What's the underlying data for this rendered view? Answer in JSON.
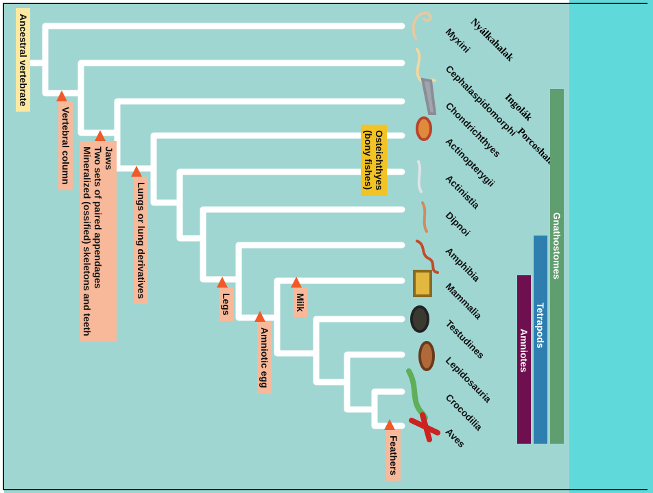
{
  "ancestor_label": "Ancestral vertebrate",
  "characters": {
    "vertebral_column": "Vertebral column",
    "jaws": [
      "Jaws",
      "Two sets of paired appendages",
      "Mineralized (ossified) skeletons and teeth"
    ],
    "lungs": "Lungs or lung derivatives",
    "legs": "Legs",
    "amniotic_egg": "Amniotic egg",
    "milk": "Milk",
    "feathers": "Feathers"
  },
  "osteichthyes": [
    "Osteichthyes",
    "(bony fishes)"
  ],
  "taxa": [
    "Myxini",
    "Cephalaspidomorphi",
    "Chondrichthyes",
    "Actinopterygii",
    "Actinistia",
    "Dipnoi",
    "Amphibia",
    "Mammalia",
    "Testudines",
    "Lepidosauria",
    "Crocodilia",
    "Aves"
  ],
  "hungarian": {
    "myxini": "Nyálkahalak",
    "cephalaspidomorphi": "Ingolák",
    "chondrichthyes": "Porcoshalak"
  },
  "groups": {
    "gnathostomes": "Gnathostomes",
    "tetrapods": "Tetrapods",
    "amniotes": "Amniotes"
  },
  "colors": {
    "background": "#9fd6d2",
    "right_band": "#5fd9d9",
    "branch": "#ffffff",
    "marker": "#f05a28",
    "label_bg": "#f8b99a",
    "gnathostomes": "#5f9e6e",
    "tetrapods": "#2e7fb0",
    "amniotes": "#6e0f4f",
    "osteichthyes_bg": "#f2c324"
  }
}
